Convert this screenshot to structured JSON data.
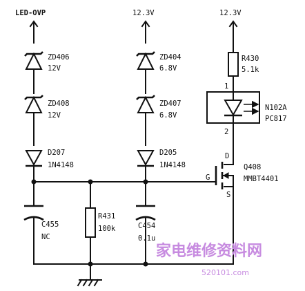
{
  "nets": {
    "led_ovp": "LED-OVP",
    "rail_left": "12.3V",
    "rail_right": "12.3V"
  },
  "components": {
    "zd406": {
      "ref": "ZD406",
      "value": "12V"
    },
    "zd408": {
      "ref": "ZD408",
      "value": "12V"
    },
    "d207": {
      "ref": "D207",
      "value": "1N4148"
    },
    "c455": {
      "ref": "C455",
      "value": "NC"
    },
    "zd404": {
      "ref": "ZD404",
      "value": "6.8V"
    },
    "zd407": {
      "ref": "ZD407",
      "value": "6.8V"
    },
    "d205": {
      "ref": "D205",
      "value": "1N4148"
    },
    "c454": {
      "ref": "C454",
      "value": "0.1u"
    },
    "r431": {
      "ref": "R431",
      "value": "100k"
    },
    "r430": {
      "ref": "R430",
      "value": "5.1k"
    },
    "n102a": {
      "ref": "N102A",
      "value": "PC817"
    },
    "q408": {
      "ref": "Q408",
      "value": "MMBT4401"
    }
  },
  "pins": {
    "opto_1": "1",
    "opto_2": "2",
    "q_d": "D",
    "q_g": "G",
    "q_s": "S"
  },
  "watermark": {
    "cn": "家电维修资料网",
    "url": "520101.com"
  }
}
